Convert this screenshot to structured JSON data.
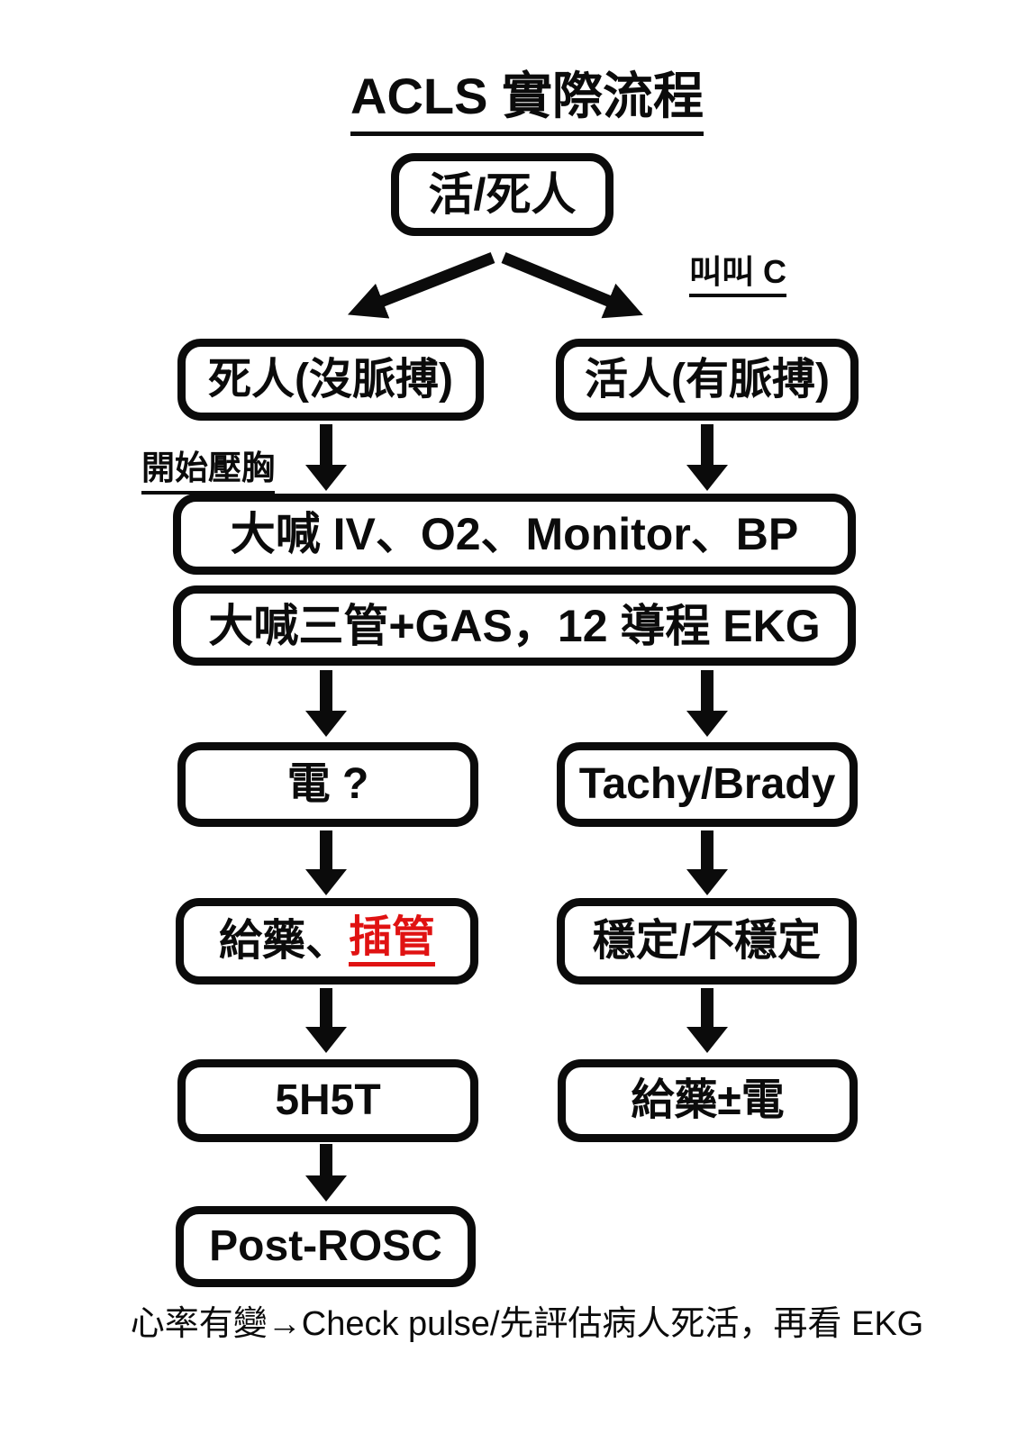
{
  "title": "ACLS 實際流程",
  "colors": {
    "ink": "#0b0b0b",
    "accent_red": "#e01212",
    "background": "#ffffff"
  },
  "nodes": {
    "root": "活/死人",
    "dead": "死人(沒脈搏)",
    "alive": "活人(有脈搏)",
    "shout_iv": "大喊 IV、O2、Monitor、BP",
    "shout_tubes": "大喊三管+GAS，12 導程 EKG",
    "shock": "電 ?",
    "tachy_brady": "Tachy/Brady",
    "give_meds_prefix": "給藥、",
    "give_meds_red": "插管",
    "stable": "穩定/不穩定",
    "five_h_five_t": "5H5T",
    "meds_shock": "給藥±電",
    "post_rosc": "Post-ROSC"
  },
  "annotations": {
    "call_c": "叫叫 C",
    "start_compressions": "開始壓胸",
    "footnote": "心率有變→Check pulse/先評估病人死活，再看 EKG"
  }
}
